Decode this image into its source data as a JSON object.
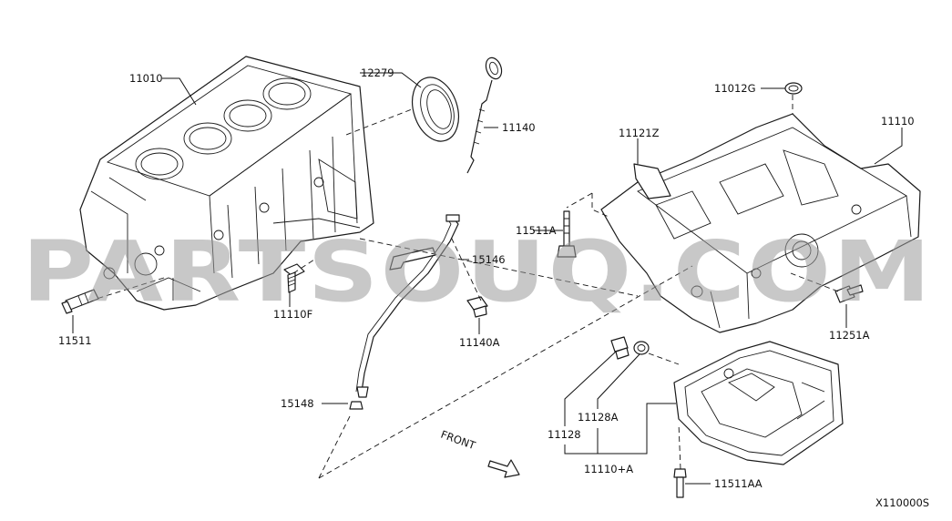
{
  "watermark": "PARTSOUQ.COM",
  "diagram_code": "X110000S",
  "front_label": "FRONT",
  "labels": {
    "p11010": "11010",
    "p12279": "12279",
    "p11140": "11140",
    "p15146": "15146",
    "p11110F": "11110F",
    "p11511": "11511",
    "p11140A": "11140A",
    "p15148": "15148",
    "p11012G": "11012G",
    "p11121Z": "11121Z",
    "p11110": "11110",
    "p11511A": "11511A",
    "p11251A": "11251A",
    "p11128": "11128",
    "p11128A": "11128A",
    "p11110A": "11110+A",
    "p11511AA": "11511AA"
  }
}
